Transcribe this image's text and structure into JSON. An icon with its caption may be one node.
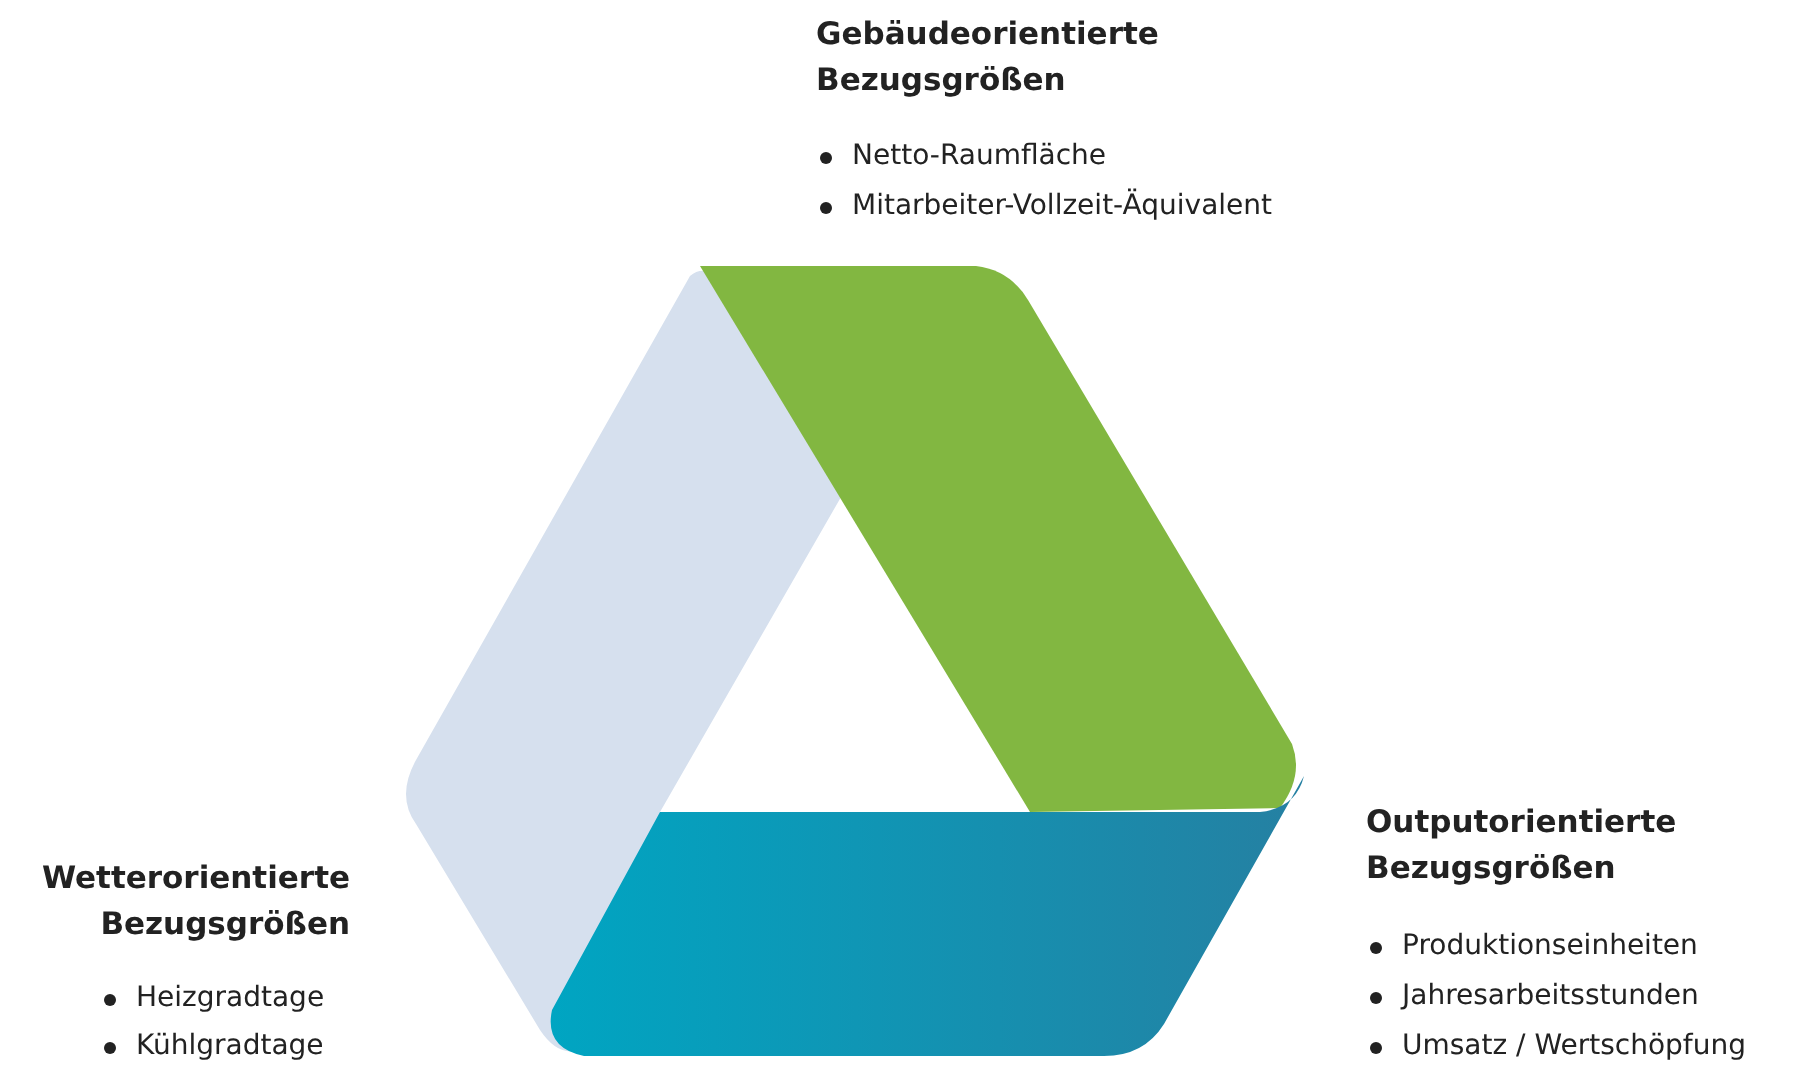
{
  "diagram": {
    "labels": [
      "Gebäudeorientierte Bezugsgrößen",
      "Netto-Raumfläche",
      "Mitarbeiter-Vollzeit-Äquivalent",
      "Outputorientierte Bezugsgrößen",
      "Produktionseinheiten",
      "Jahresarbeitsstunden",
      "Umsatz / Wertschöpfung",
      "Wetterorientierte Bezugsgrößen",
      "Heizgradtage",
      "Kühlgradtage"
    ]
  }
}
